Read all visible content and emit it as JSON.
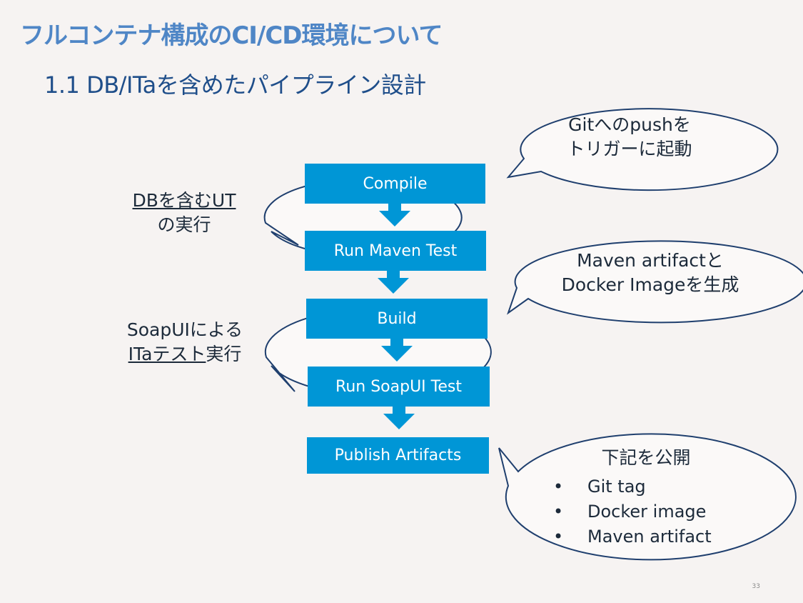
{
  "title": "フルコンテナ構成のCI/CD環境について",
  "subtitle": "1.1 DB/ITaを含めたパイプライン設計",
  "pipeline": {
    "steps": [
      "Compile",
      "Run Maven Test",
      "Build",
      "Run SoapUI Test",
      "Publish Artifacts"
    ]
  },
  "callouts": {
    "git_push": {
      "line1": "Gitへのpushを",
      "line2": "トリガーに起動"
    },
    "db_ut": {
      "line1": "DBを含むUT",
      "line2": "の実行"
    },
    "maven": {
      "line1": "Maven artifactと",
      "line2": "Docker Imageを生成"
    },
    "soapui": {
      "line1": "SoapUIによる",
      "line2_underlined": "ITaテスト",
      "line2_rest": "実行"
    },
    "publish": {
      "heading": "下記を公開",
      "items": [
        "Git tag",
        "Docker image",
        "Maven artifact"
      ]
    }
  },
  "page_number": "33",
  "colors": {
    "title": "#4f86c6",
    "subtitle": "#1f4e8a",
    "step_fill": "#0096d6",
    "bubble_stroke": "#1f3f6e",
    "background": "#f6f3f2"
  }
}
